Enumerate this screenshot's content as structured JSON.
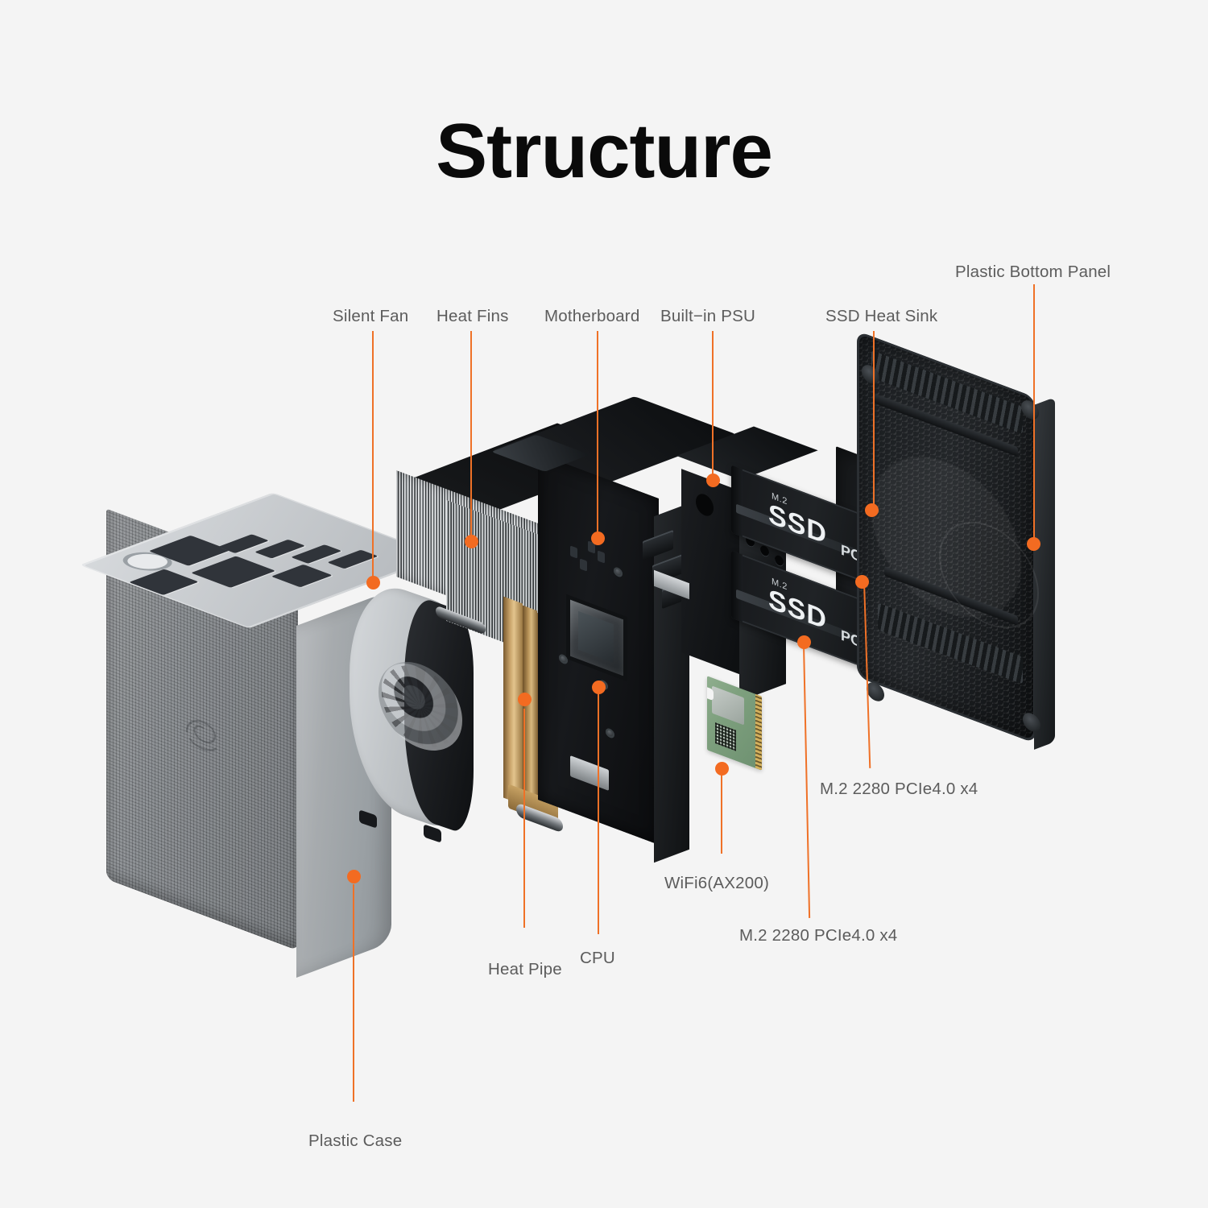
{
  "page": {
    "title": "Structure",
    "background_color": "#f4f4f4",
    "accent_color": "#f36b21",
    "label_color": "#5c5c5c"
  },
  "callouts": [
    {
      "id": "silent-fan",
      "label": "Silent Fan"
    },
    {
      "id": "heat-fins",
      "label": "Heat Fins"
    },
    {
      "id": "motherboard",
      "label": "Motherboard"
    },
    {
      "id": "built-in-psu",
      "label": "Built−in PSU"
    },
    {
      "id": "ssd-heat-sink",
      "label": "SSD Heat Sink"
    },
    {
      "id": "plastic-bottom-panel",
      "label": "Plastic Bottom Panel"
    },
    {
      "id": "m2-upper",
      "label": "M.2 2280 PCIe4.0 x4"
    },
    {
      "id": "m2-lower",
      "label": "M.2 2280 PCIe4.0 x4"
    },
    {
      "id": "wifi6",
      "label": "WiFi6(AX200)"
    },
    {
      "id": "cpu",
      "label": "CPU"
    },
    {
      "id": "heat-pipe",
      "label": "Heat Pipe"
    },
    {
      "id": "plastic-case",
      "label": "Plastic Case"
    }
  ],
  "ssd_modules": [
    {
      "id": "ssd-upper",
      "m2": "M.2",
      "name": "SSD",
      "bus": "PCIe",
      "form_factor": "2280"
    },
    {
      "id": "ssd-lower",
      "m2": "M.2",
      "name": "SSD",
      "bus": "PCIe",
      "form_factor": "2280"
    }
  ]
}
